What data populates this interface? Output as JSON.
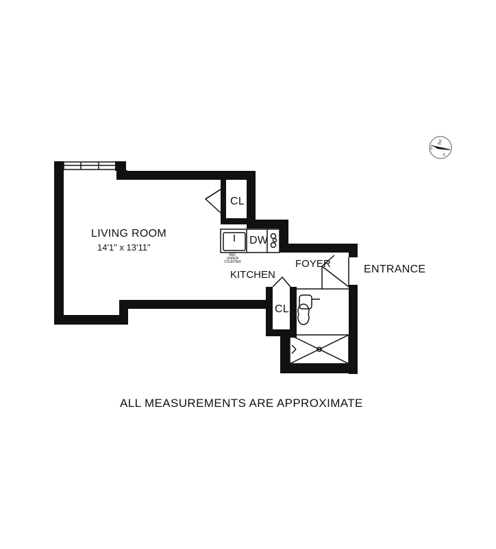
{
  "plan": {
    "living_room": {
      "name": "LIVING ROOM",
      "dimensions": "14'1\" x 13'11\""
    },
    "closet_upper": "CL",
    "closet_lower": "CL",
    "dishwasher": "DW",
    "ref_note_line1": "REF",
    "ref_note_line2": "UNDER",
    "ref_note_line3": "COUNTER",
    "kitchen": "KITCHEN",
    "foyer": "FOYER",
    "entrance": "ENTRANCE",
    "compass_letters": [
      "N",
      "S",
      "W",
      "E"
    ]
  },
  "footer": {
    "note": "ALL MEASUREMENTS ARE APPROXIMATE"
  }
}
